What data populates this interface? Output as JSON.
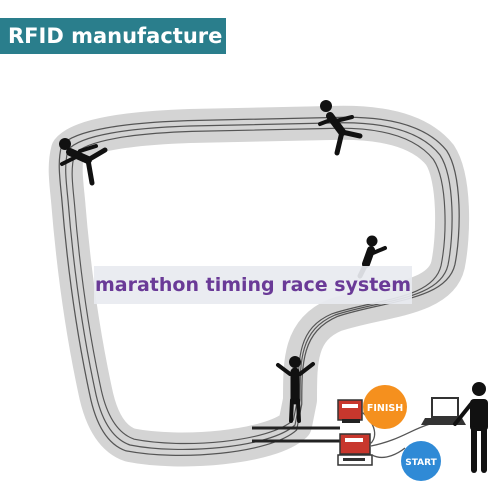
{
  "brand": {
    "label": "RFID manufacture"
  },
  "caption": {
    "label": "marathon timing race system"
  },
  "finish_badge": {
    "label": "FINISH",
    "color": "#f5901e"
  },
  "start_badge": {
    "label": "START",
    "color": "#2f8ad6"
  },
  "colors": {
    "banner": "#2a7e8c",
    "caption_text": "#6a3a97",
    "track": "#d4d4d4",
    "track_lane": "#555555",
    "reader_red": "#c8372d"
  },
  "icons": [
    "runner-icon",
    "finisher-icon",
    "rfid-reader-icon",
    "laptop-icon",
    "operator-icon"
  ]
}
